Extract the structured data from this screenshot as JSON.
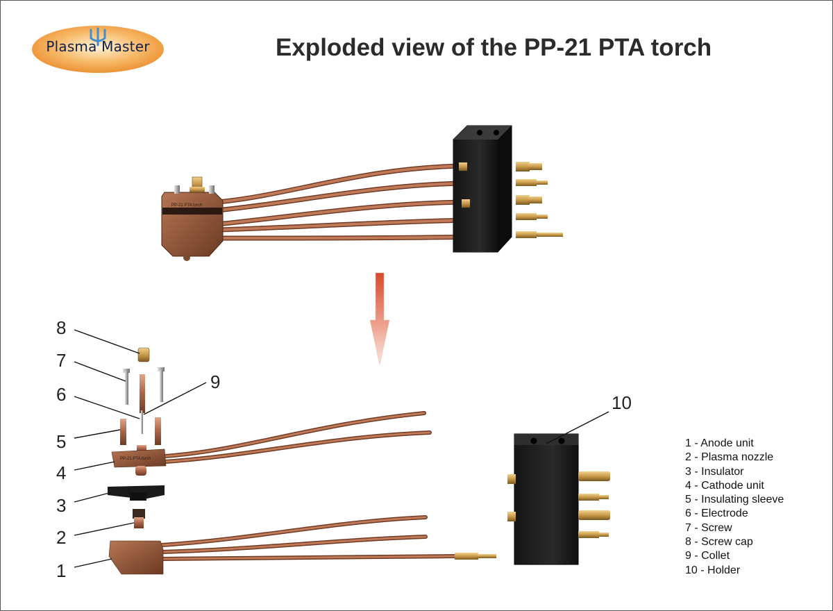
{
  "logo": {
    "text": "Plasma Master",
    "icon": "trident-icon"
  },
  "title": "Exploded view of the PP-21 PTA torch",
  "assembled_label": "PP-21 PTA torch",
  "callouts": [
    "1",
    "2",
    "3",
    "4",
    "5",
    "6",
    "7",
    "8",
    "9",
    "10"
  ],
  "legend": [
    "1 - Anode unit",
    "2 - Plasma nozzle",
    "3 - Insulator",
    "4 - Cathode unit",
    "5 - Insulating sleeve",
    "6 - Electrode",
    "7 - Screw",
    "8 - Screw cap",
    "9 - Collet",
    "10 - Holder"
  ],
  "colors": {
    "copper": "#b0684a",
    "holder": "#1e1e1e",
    "brass": "#c99a4a",
    "arrow": "#d9482a"
  }
}
